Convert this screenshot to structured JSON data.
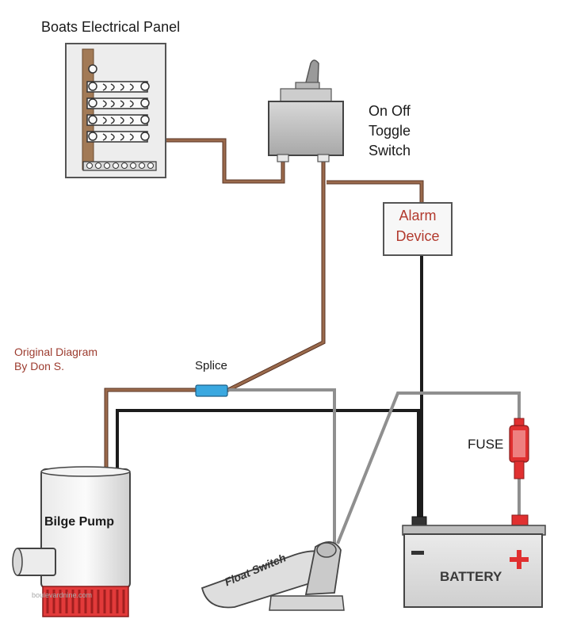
{
  "labels": {
    "panel_title": "Boats Electrical Panel",
    "toggle_line1": "On Off",
    "toggle_line2": "Toggle",
    "toggle_line3": "Switch",
    "alarm_line1": "Alarm",
    "alarm_line2": "Device",
    "original_line1": "Original Diagram",
    "original_line2": "By Don S.",
    "splice": "Splice",
    "fuse": "FUSE",
    "bilge_pump": "Bilge Pump",
    "float_switch": "Float Switch",
    "battery": "BATTERY",
    "watermark": "boulevardnine.com"
  },
  "colors": {
    "wire_brown": "#8b5a3c",
    "wire_black": "#1c1c1c",
    "wire_gray": "#9a9a9a",
    "alarm_text": "#b23a2e",
    "credit_text": "#9c3b2e",
    "splice_fill": "#3aa8e0",
    "pump_base_red": "#e23a3a",
    "fuse_red": "#e03030"
  }
}
